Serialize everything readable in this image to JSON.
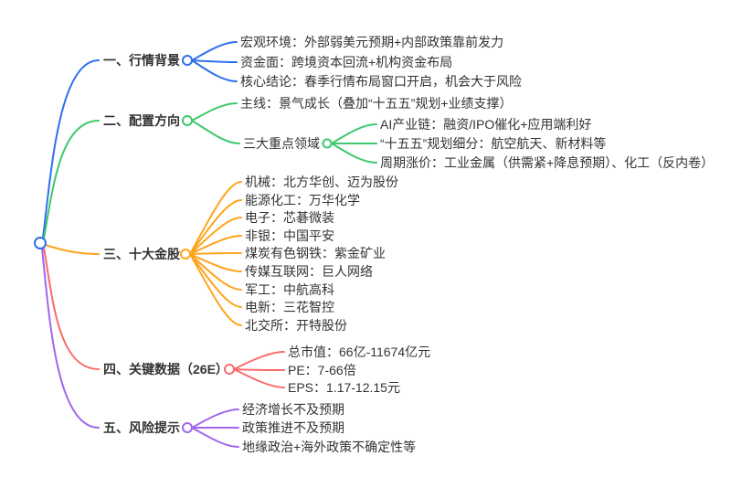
{
  "mindmap": {
    "branches": [
      {
        "label": "一、行情背景",
        "color": "#2F6FED",
        "children": [
          {
            "label": "宏观环境：外部弱美元预期+内部政策靠前发力"
          },
          {
            "label": "资金面：跨境资本回流+机构资金布局"
          },
          {
            "label": "核心结论：春季行情布局窗口开启，机会大于风险"
          }
        ]
      },
      {
        "label": "二、配置方向",
        "color": "#3DC96B",
        "children": [
          {
            "label": "主线：景气成长（叠加“十五五”规划+业绩支撑）"
          },
          {
            "label": "三大重点领域",
            "children": [
              {
                "label": "AI产业链：融资/IPO催化+应用端利好"
              },
              {
                "label": "“十五五”规划细分：航空航天、新材料等"
              },
              {
                "label": "周期涨价：工业金属（供需紧+降息预期）、化工（反内卷）"
              }
            ]
          }
        ]
      },
      {
        "label": "三、十大金股",
        "color": "#FFA41D",
        "children": [
          {
            "label": "机械：北方华创、迈为股份"
          },
          {
            "label": "能源化工：万华化学"
          },
          {
            "label": "电子：芯碁微装"
          },
          {
            "label": "非银：中国平安"
          },
          {
            "label": "煤炭有色钢铁：紫金矿业"
          },
          {
            "label": "传媒互联网：巨人网络"
          },
          {
            "label": "军工：中航高科"
          },
          {
            "label": "电新：三花智控"
          },
          {
            "label": "北交所：开特股份"
          }
        ]
      },
      {
        "label": "四、关键数据（26E）",
        "color": "#F96B6B",
        "children": [
          {
            "label": "总市值：66亿-11674亿元"
          },
          {
            "label": "PE：7-66倍"
          },
          {
            "label": "EPS：1.17-12.15元"
          }
        ]
      },
      {
        "label": "五、风险提示",
        "color": "#A266EC",
        "children": [
          {
            "label": "经济增长不及预期"
          },
          {
            "label": "政策推进不及预期"
          },
          {
            "label": "地缘政治+海外政策不确定性等"
          }
        ]
      }
    ]
  }
}
